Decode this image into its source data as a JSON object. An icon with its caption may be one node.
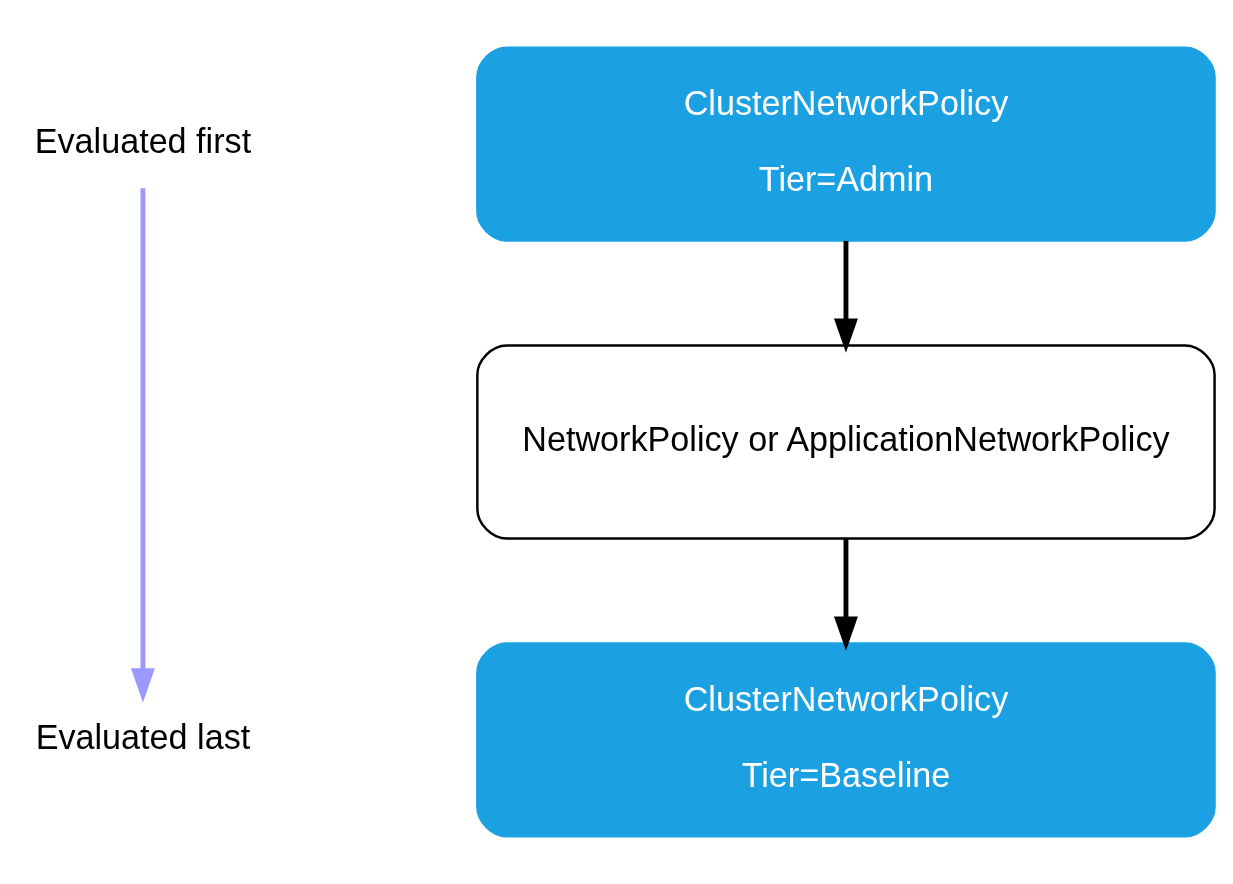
{
  "diagram": {
    "nodes": [
      {
        "text": [
          "ClusterNetworkPolicy",
          "Tier=Admin"
        ]
      },
      {
        "text": [
          "NetworkPolicy or ApplicationNetworkPolicy"
        ]
      },
      {
        "text": [
          "ClusterNetworkPolicy",
          "Tier=Baseline"
        ]
      },
      {
        "text": [
          "Evaluated first"
        ]
      },
      {
        "text": [
          "Evaluated last"
        ]
      }
    ],
    "edges": [
      {
        "from": 0,
        "to": 1,
        "arrow": "to"
      },
      {
        "from": 1,
        "to": 2,
        "arrow": "to"
      },
      {
        "from": 3,
        "to": 4,
        "arrow": "to",
        "color": "#9999ff"
      }
    ]
  }
}
